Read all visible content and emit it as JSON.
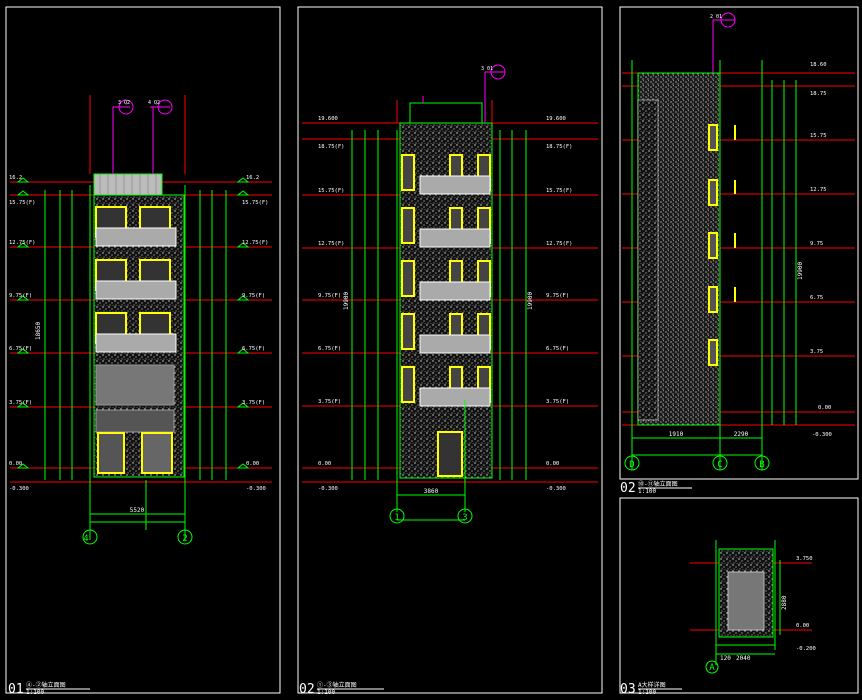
{
  "sheets": [
    {
      "number": "01",
      "title": "④-②轴立面图",
      "scale": "1:100",
      "dims": {
        "total_height": "18650",
        "bottom_width": "5520"
      },
      "axes": [
        "4",
        "2"
      ]
    },
    {
      "number": "02",
      "title": "①-③轴立面图",
      "scale": "1:100",
      "dims": {
        "total_height": "19900",
        "bottom_width": "3860"
      },
      "axes": [
        "1",
        "3"
      ]
    },
    {
      "number": "02",
      "title": "⑩-⑪轴立面图",
      "scale": "1:100",
      "dims": {
        "total_height": "19900",
        "left_width": "1910",
        "right_width": "2290"
      },
      "axes": [
        "D",
        "C",
        "B"
      ]
    },
    {
      "number": "03",
      "title": "A大样详图",
      "scale": "1:100",
      "dims": {
        "h1": "2880",
        "b1": "120",
        "b2": "2040"
      },
      "axes": [
        "A"
      ]
    }
  ],
  "levels_a": [
    "16.2",
    "15.75(F)",
    "12.75(F)",
    "9.75(F)",
    "6.75(F)",
    "3.75(F)",
    "0.00",
    "-0.300"
  ],
  "levels_b": [
    "19.600",
    "18.75(F)",
    "15.75(F)",
    "12.75(F)",
    "9.75(F)",
    "6.75(F)",
    "3.75(F)",
    "0.00",
    "-0.300"
  ],
  "levels_c": [
    "18.60",
    "18.75",
    "15.75",
    "12.75",
    "9.75",
    "6.75",
    "3.75",
    "0.00",
    "-0.300"
  ],
  "levels_d": [
    "3.750",
    "0.00",
    "-0.200"
  ],
  "tags": {
    "a1": "3 Q2",
    "a2": "4 Q2",
    "b1": "3 01",
    "c1": "2 01"
  },
  "colors": {
    "green": "#00ff00",
    "red": "#ff0000",
    "magenta": "#ff00ff",
    "yellow": "#ffff00",
    "white": "#ffffff"
  }
}
